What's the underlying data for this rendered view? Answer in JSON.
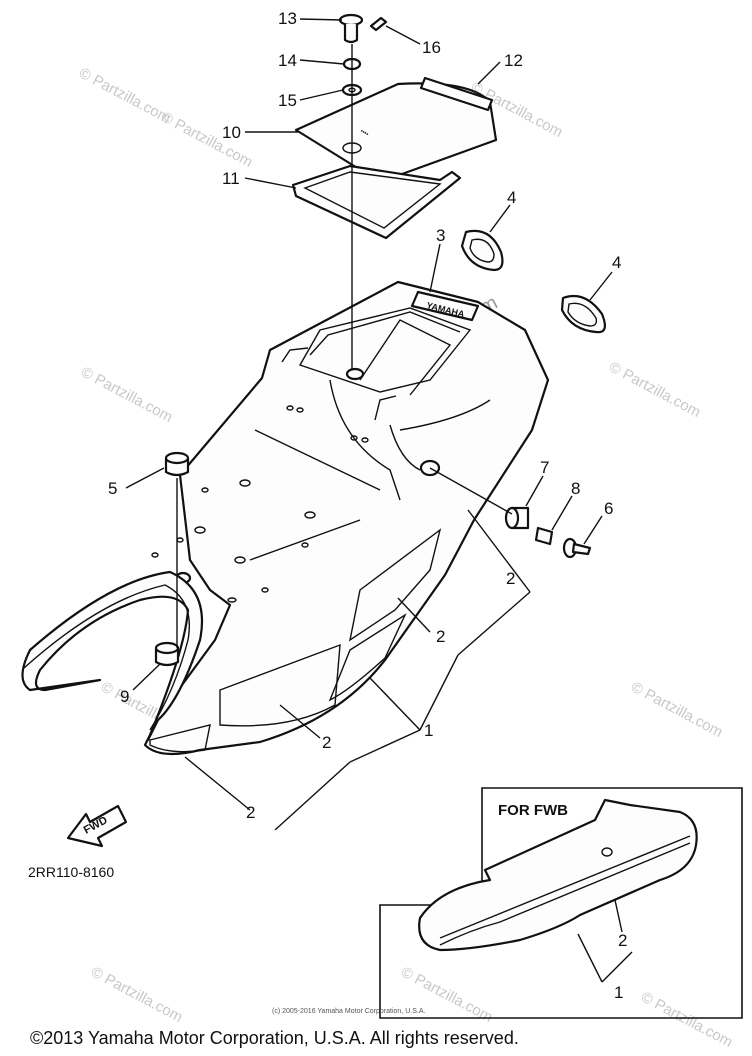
{
  "callouts": [
    {
      "id": "c13",
      "text": "13"
    },
    {
      "id": "c16",
      "text": "16"
    },
    {
      "id": "c14",
      "text": "14"
    },
    {
      "id": "c12",
      "text": "12"
    },
    {
      "id": "c15",
      "text": "15"
    },
    {
      "id": "c10",
      "text": "10"
    },
    {
      "id": "c11",
      "text": "11"
    },
    {
      "id": "c4a",
      "text": "4"
    },
    {
      "id": "c3",
      "text": "3"
    },
    {
      "id": "c4b",
      "text": "4"
    },
    {
      "id": "c7",
      "text": "7"
    },
    {
      "id": "c8",
      "text": "8"
    },
    {
      "id": "c6",
      "text": "6"
    },
    {
      "id": "c5",
      "text": "5"
    },
    {
      "id": "c2a",
      "text": "2"
    },
    {
      "id": "c2b",
      "text": "2"
    },
    {
      "id": "c9",
      "text": "9"
    },
    {
      "id": "c1",
      "text": "1"
    },
    {
      "id": "c2c",
      "text": "2"
    },
    {
      "id": "c2d",
      "text": "2"
    },
    {
      "id": "c2e",
      "text": "2"
    },
    {
      "id": "c1b",
      "text": "1"
    }
  ],
  "inset_title": "FOR FWB",
  "fwd_label": "FWD",
  "part_code": "2RR110-8160",
  "emblem_text": "YAMAHA",
  "watermark_text": "© Partzilla.com",
  "small_copyright": "(c) 2005-2016 Yamaha Motor Corporation, U.S.A.",
  "copyright": "©2013 Yamaha Motor Corporation, U.S.A. All rights reserved."
}
